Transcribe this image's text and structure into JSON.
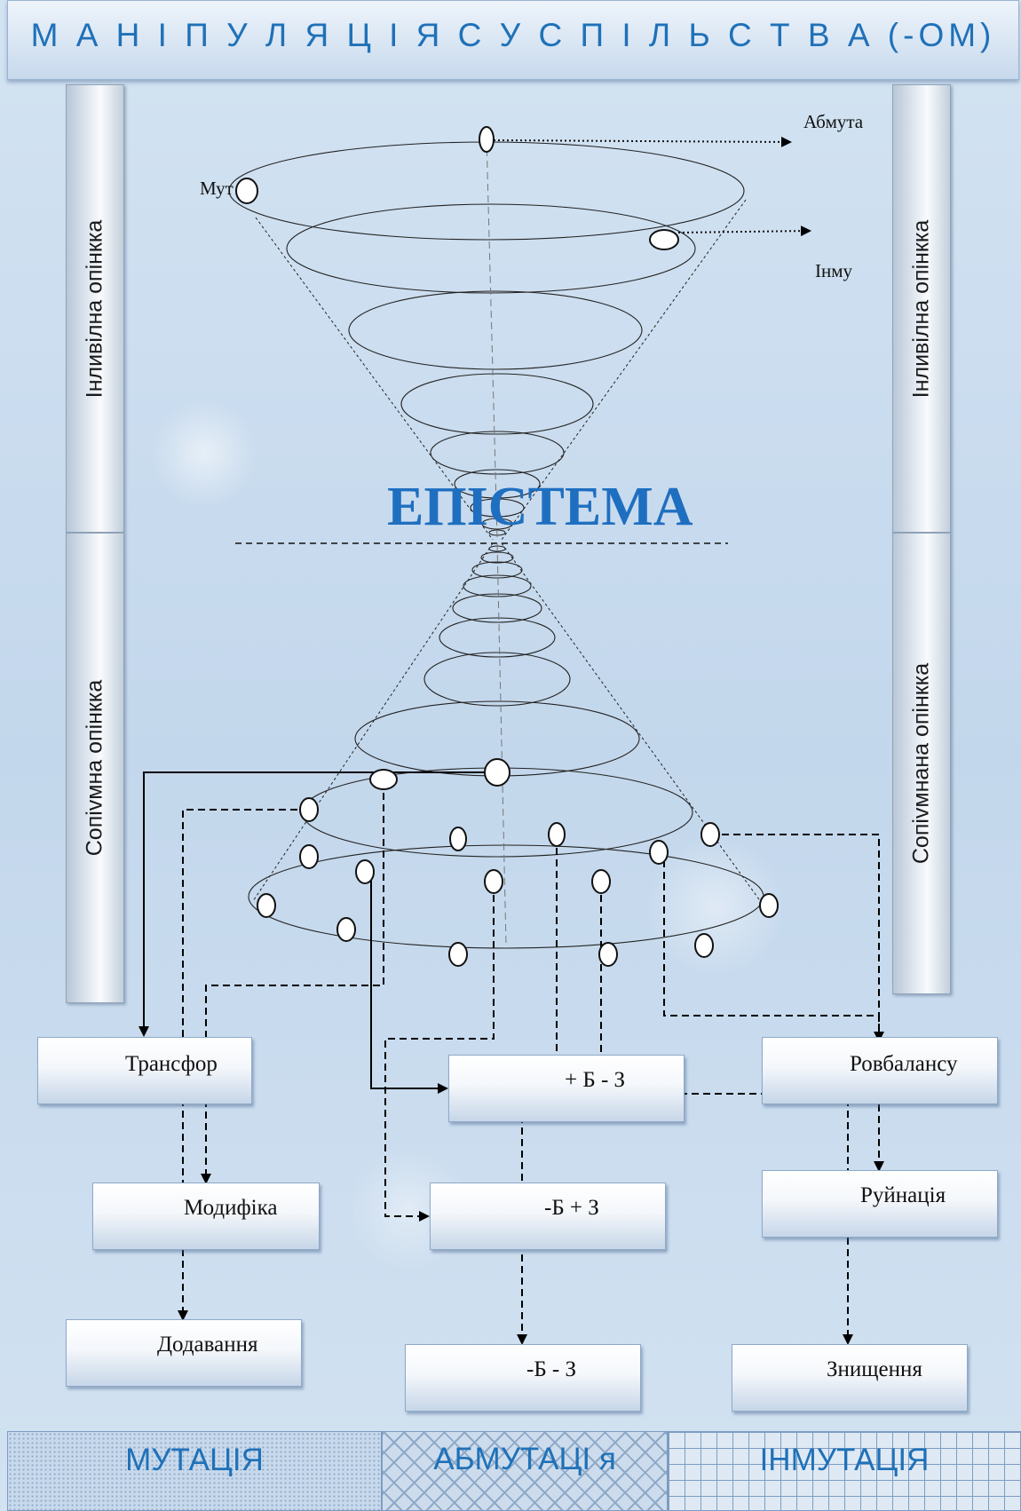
{
  "title": "М А Н І П У Л Я Ц І Я   С У С П І Л Ь С Т В А (-ОМ)",
  "center_label": "ЕПІСТЕМА",
  "pillars": {
    "left_top": "Інливілна опінкка",
    "left_bottom": "Сопіvмна опінкка",
    "right_top": "Інливілна опінкка",
    "right_bottom": "Сопіvмнана опінкка"
  },
  "cone_labels": {
    "mut": "Мут",
    "abmuta": "Абмута",
    "inmu": "Інму"
  },
  "boxes": {
    "transformation": "Трансфор",
    "modification": "Модифіка",
    "addition": "Додавання",
    "plus_b_minus_z": "+ Б - З",
    "minus_b_plus_z": "-Б + З",
    "minus_b_minus_z": "-Б - З",
    "disbalance": "Ровбалансу",
    "ruination": "Руйнація",
    "destruction": "Знищення"
  },
  "bottom": {
    "mutation": "МУТАЦІЯ",
    "abmutation": "АБМУТАЦІ я",
    "inmutation": "ІНМУТАЦІЯ"
  }
}
